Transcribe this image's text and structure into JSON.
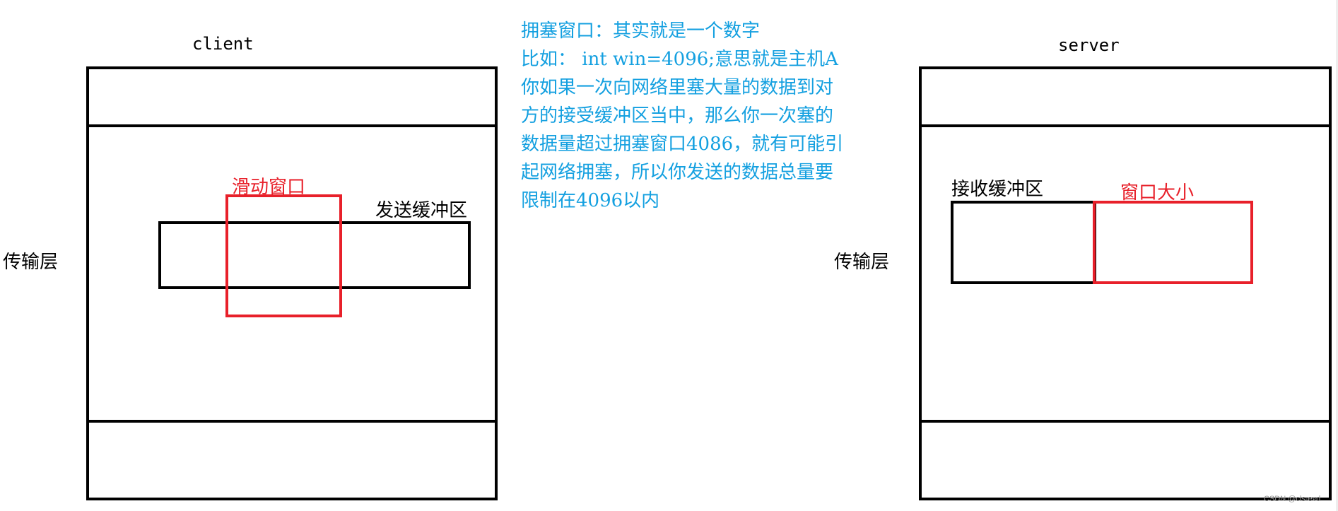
{
  "client": {
    "title": "client",
    "layer_label": "传输层",
    "sliding_window_label": "滑动窗口",
    "send_buffer_label": "发送缓冲区"
  },
  "server": {
    "title": "server",
    "layer_label": "传输层",
    "receive_buffer_label": "接收缓冲区",
    "window_size_label": "窗口大小"
  },
  "note": {
    "lines": [
      "拥塞窗口：其实就是一个数字",
      "比如： int win=4096;意思就是主机A",
      "你如果一次向网络里塞大量的数据到对",
      "方的接受缓冲区当中，那么你一次塞的",
      "数据量超过拥塞窗口4086，就有可能引",
      "起网络拥塞，所以你发送的数据总量要",
      "限制在4096以内"
    ]
  },
  "watermark": "CSDN @cls-evd",
  "colors": {
    "note": "#14a0e0",
    "window": "#e8202a",
    "outline": "#000000"
  }
}
